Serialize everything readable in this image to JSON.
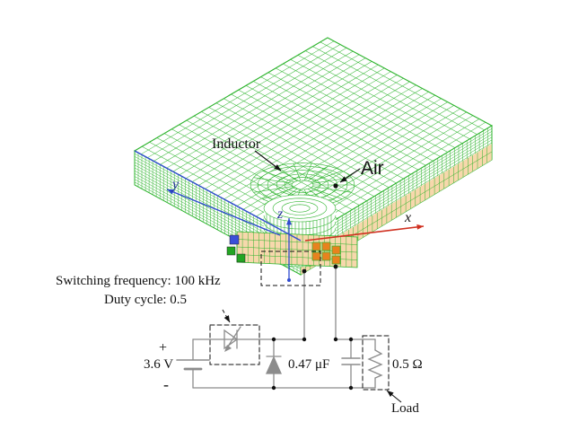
{
  "scene": {
    "labels": {
      "inductor": "Inductor",
      "air": "Air",
      "axis_x": "x",
      "axis_y": "y",
      "axis_z": "z"
    },
    "notes": {
      "switching_frequency": "Switching frequency: 100 kHz",
      "duty_cycle": "Duty cycle: 0.5"
    },
    "circuit": {
      "plus": "+",
      "minus": "-",
      "voltage": "3.6 V",
      "capacitor": "0.47 μF",
      "resistor": "0.5 Ω",
      "load": "Load"
    },
    "colors": {
      "mesh_green": "#2eb42e",
      "axis_red": "#d03020",
      "axis_blue": "#2f4bd0",
      "substrate_tan": "#f7d8ac",
      "winding_orange": "#e8821e",
      "component_gray": "#8c8c8c",
      "ink": "#111111"
    }
  }
}
